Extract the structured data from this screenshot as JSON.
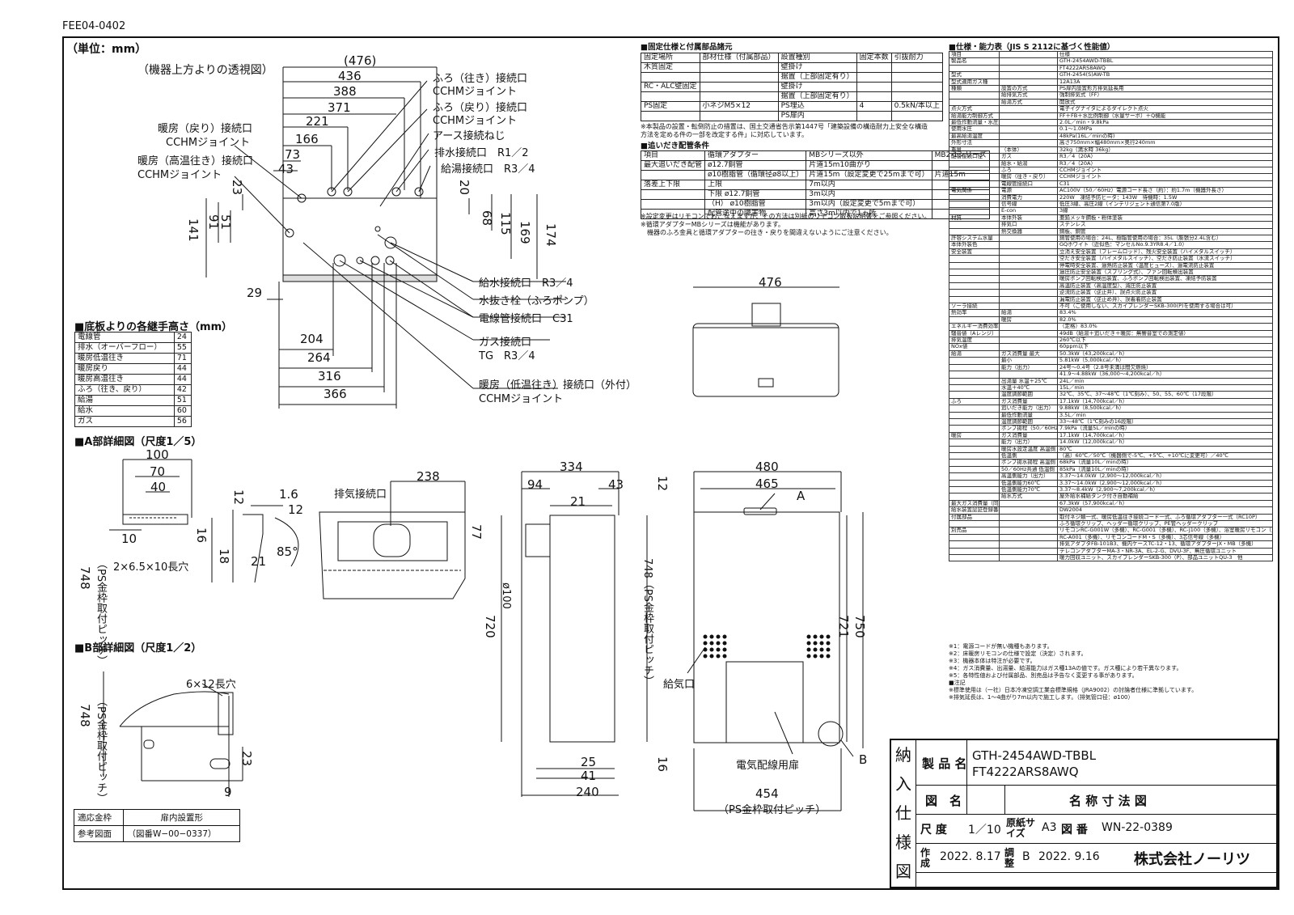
{
  "doc_code": "FEE04-0402",
  "unit_label": "（単位：mm）",
  "top_view_label": "（機器上方よりの透視図）",
  "top_dims": [
    "(476)",
    "436",
    "388",
    "371",
    "221",
    "166",
    "73",
    "43"
  ],
  "top_side_dims": [
    "23",
    "141",
    "91",
    "51",
    "20",
    "68",
    "115",
    "169",
    "174",
    "29"
  ],
  "bottom_dims": [
    "204",
    "264",
    "316",
    "366"
  ],
  "connections": [
    "ふろ（往き）接続口",
    "CCHMジョイント",
    "ふろ（戻り）接続口",
    "CCHMジョイント",
    "アース接続ねじ",
    "排水接続口　R1／2",
    "給湯接続口　R3／4",
    "暖房（戻り）接続口",
    "CCHMジョイント",
    "暖房（高温往き）接続口",
    "CCHMジョイント",
    "給水接続口　R3／4",
    "水抜き栓（ふろポンプ）",
    "電線管接続口　C31",
    "ガス接続口",
    "TG　R3／4",
    "暖房（低温往き）接続口（外付）",
    "CCHMジョイント"
  ],
  "heights_title": "■底板よりの各継手高さ（mm）",
  "heights": [
    [
      "電線管",
      "24"
    ],
    [
      "排水（オーバーフロー）",
      "55"
    ],
    [
      "暖房低温往き",
      "71"
    ],
    [
      "暖房戻り",
      "44"
    ],
    [
      "暖房高温往き",
      "44"
    ],
    [
      "ふろ（往き、戻り）",
      "42"
    ],
    [
      "給湯",
      "51"
    ],
    [
      "給水",
      "60"
    ],
    [
      "ガス",
      "56"
    ]
  ],
  "detail_a": {
    "title": "■A部詳細図（尺度1／5）",
    "dims": [
      "100",
      "70",
      "40",
      "12",
      "1.6",
      "12",
      "10",
      "16",
      "18",
      "21",
      "85°"
    ],
    "slot": "2×6.5×10長穴",
    "pitch": "748",
    "pitch_note": "（PS金枠取付ピッチ）"
  },
  "detail_b": {
    "title": "■B部詳細図（尺度1／2）",
    "slot": "6×12長穴",
    "pitch": "748",
    "pitch_note": "（PS金枠取付ピッチ）",
    "dims": [
      "23",
      "9"
    ]
  },
  "views": {
    "plan_width": "476",
    "side_dims": [
      "238",
      "排気接続口",
      "77",
      "ø100"
    ],
    "mid_dims": [
      "334",
      "94",
      "43",
      "21",
      "720",
      "25",
      "41",
      "240"
    ],
    "front_dims": [
      "480",
      "465",
      "12",
      "721",
      "750",
      "454",
      "16"
    ],
    "front_labels": [
      "A",
      "B",
      "給気口",
      "電気配線用扉"
    ],
    "front_pitch": "748（PS金枠取付ピッチ）",
    "bottom_pitch_note": "（PS金枠取付ピッチ）"
  },
  "fixing_title": "■固定仕様と付属部品諸元",
  "fixing_table": [
    [
      "固定場所",
      "部材仕様（付属部品）",
      "設置種別",
      "固定本数",
      "引抜耐力"
    ],
    [
      "木質固定",
      "",
      "壁掛け",
      "",
      ""
    ],
    [
      "",
      "",
      "据置（上部固定有り）",
      "",
      ""
    ],
    [
      "RC・ALC壁固定",
      "",
      "壁掛け",
      "",
      ""
    ],
    [
      "",
      "",
      "据置（上部固定有り）",
      "",
      ""
    ],
    [
      "PS固定",
      "小ネジM5×12",
      "PS埋込",
      "4",
      "0.5kN/本以上"
    ],
    [
      "",
      "",
      "PS扉内",
      "",
      ""
    ]
  ],
  "fixing_note": "※本製品の設置・転倒防止の措置は、国土交通省告示第1447号「建築設備の構造耐力上安全な構造方法を定める件の一部を改定する件」に対応しています。",
  "pipe_title": "■追いだき配管条件",
  "pipe_table": [
    [
      "項目",
      "循環アダプター",
      "MBシリーズ以外",
      "MB2-1シリーズ"
    ],
    [
      "最大追いだき配管",
      "ø12.7銅管",
      "片道15m10曲がり",
      ""
    ],
    [
      "",
      "ø10樹脂管（循環径ø8以上）",
      "片道15m（設定変更で25mまで可）",
      "片道15m"
    ],
    [
      "落差上下限",
      "上限",
      "7m以内",
      ""
    ],
    [
      "",
      "下限 ø12.7銅管",
      "3m以内",
      ""
    ],
    [
      "",
      "（H） ø10樹脂管",
      "3m以内（設定変更で5mまで可）",
      ""
    ],
    [
      "",
      "配管途中の障害物",
      "高さ3m以内で1ヵ所",
      ""
    ]
  ],
  "pipe_notes": [
    "※設定変更はリモコンでおこなえますが、その方法は別紙のリモコン取扱説明書をご参照ください。",
    "※循環アダプターMBシリーズは機能があります。",
    "　機器のふろ金具と循環アダプターの往き・戻りを間違えないようにご注意ください。"
  ],
  "spec_title": "■仕様・能力表（JIS S 2112に基づく性能値）",
  "spec_rows": [
    [
      "項目",
      "",
      "仕様"
    ],
    [
      "製品名",
      "",
      "GTH-2454AWD-TBBL"
    ],
    [
      "",
      "",
      "FT4222ARS8AWQ"
    ],
    [
      "型式",
      "",
      "GTH-2454(S)AW-TB"
    ],
    [
      "型式適用ガス種",
      "",
      "12A13A"
    ],
    [
      "種類",
      "設置の方式",
      "PS扉内設置形方排気延長用"
    ],
    [
      "",
      "給排気方式",
      "強制排気式（FF）"
    ],
    [
      "",
      "給湯方式",
      "開放式"
    ],
    [
      "点火方式",
      "",
      "電子イグナイタによるダイレクト点火"
    ],
    [
      "給湯能力制御方式",
      "",
      "FF＋FB＋水比例制御（水量サーボ）＋Q機能"
    ],
    [
      "最低作動流量・水圧",
      "",
      "2.0L／min・9.8kPa"
    ],
    [
      "使用水圧",
      "",
      "0.1〜1.0MPa"
    ],
    [
      "最高給湯温度",
      "",
      "48kPa(16L／minの時)"
    ],
    [
      "外形寸法",
      "",
      "高さ750mm×幅480mm×奥行240mm"
    ],
    [
      "重量",
      "（本体）",
      "32kg（満水時 36kg）"
    ],
    [
      "配管接続口径",
      "ガス",
      "R3／4（20A）"
    ],
    [
      "",
      "給水・給湯",
      "R3／4（20A）"
    ],
    [
      "",
      "ふろ",
      "CCHMジョイント"
    ],
    [
      "",
      "暖房（往き・戻り）",
      "CCHMジョイント"
    ],
    [
      "",
      "電線管接続口",
      "C31"
    ],
    [
      "電気関係",
      "電源",
      "AC100V（50／60Hz）電源コード長さ（約）：約1.7m（機器外長さ）"
    ],
    [
      "",
      "消費電力",
      "220W　凍結予防ヒータ：143W　待機時：1.5W"
    ],
    [
      "",
      "信号線",
      "低圧3線、高圧2線（インテリジェント通信第7.0版）"
    ],
    [
      "",
      "E-con",
      "3線"
    ],
    [
      "材質",
      "本体外装",
      "亜鉛メッキ鋼板・粉体塗装"
    ],
    [
      "",
      "排気口",
      "ステンレス"
    ],
    [
      "",
      "熱交換器",
      "銅板、銅管"
    ],
    [
      "許容システム水量",
      "",
      "銅管使用の場合：24L、樹脂管使用の場合：35L（膨張分2.4L含む）"
    ],
    [
      "本体外装色",
      "",
      "GQホワイト（近似色：マンセルNo.9.3YR8.4／1.0）"
    ],
    [
      "安全装置",
      "",
      "立消え安全装置（フレームロッド）、残火安全装置（ハイメタルスイッチ）"
    ],
    [
      "",
      "",
      "空だき安全装置（ハイメタルスイッチ）、空だき防止装置（水流スイッチ）"
    ],
    [
      "",
      "",
      "停電時安全装置、過熱防止装置（温度ヒューズ）、過電流防止装置"
    ],
    [
      "",
      "",
      "過圧防止安全装置（スプリング式）、ファン回転検出装置"
    ],
    [
      "",
      "",
      "暖房ポンプ回転検出装置、ふろポンプ回転検出装置、凍結予防装置"
    ],
    [
      "",
      "",
      "高温防止装置（高温度型）、減圧防止装置"
    ],
    [
      "",
      "",
      "逆流防止装置（逆止弁）、誤点火防止装置"
    ],
    [
      "",
      "",
      "漏電防止装置（逆止め弁）、誤着着防止装置"
    ],
    [
      "ソーラ接続",
      "",
      "不可（ご使用しない、スカイプレンダーSKB-300(P)を使用する場合は可）"
    ],
    [
      "熱効率",
      "給湯",
      "83.4%"
    ],
    [
      "",
      "暖房",
      "82.0%"
    ],
    [
      "エネルギー消費効率",
      "",
      "（定格）83.0%"
    ],
    [
      "騒音値（Aレンジ）",
      "",
      "49dB（給湯＋追いだき＋暖房：無響音室での測定値）"
    ],
    [
      "排気温度",
      "",
      "260℃以下"
    ],
    [
      "NOx値",
      "",
      "60ppm以下"
    ],
    [
      "給湯",
      "ガス消費量 最大",
      "50.3kW（43,200kcal／h）"
    ],
    [
      "",
      "最小",
      "5.81kW（5,000kcal／h）"
    ],
    [
      "",
      "能力（出力）",
      "24号〜0.4号（2.8号未満は間欠燃焼）"
    ],
    [
      "",
      "",
      "41.9〜4.88kW（36,000〜4,200kcal／h）"
    ],
    [
      "",
      "出湯量 水温＋25℃",
      "24L／min"
    ],
    [
      "",
      "水温＋40℃",
      "15L／min"
    ],
    [
      "",
      "温度調節範囲",
      "32℃、35℃、37〜48℃（1℃刻み）、50、55、60℃（17段階）"
    ],
    [
      "ふろ",
      "ガス消費量",
      "17.1kW（14,700kcal／h）"
    ],
    [
      "",
      "追いだき能力（出力）",
      "9.88kW（8,500kcal／h）"
    ],
    [
      "",
      "最低作動流量",
      "3.5L／min"
    ],
    [
      "",
      "温度調節範囲",
      "33〜48℃（1℃刻みの16段階）"
    ],
    [
      "",
      "ポンプ揚程（50／60Hz共通）",
      "7.9kPa（流量5L／minの時）"
    ],
    [
      "暖房",
      "ガス消費量",
      "17.1kW（14,700kcal／h）"
    ],
    [
      "",
      "能力（出力）",
      "14.0kW（12,000kcal／h）"
    ],
    [
      "",
      "暖房水設定温度 高温側",
      "80℃"
    ],
    [
      "",
      "低温側",
      "（高）60℃／50℃（機器側で-5℃、+5℃、+10℃に変更可）／40℃"
    ],
    [
      "",
      "ポンプ揚水揚程 高温側",
      "68kPa（流量10L／minの時）"
    ],
    [
      "",
      "50／60Hz共通 低温側",
      "85kPa（流量10L／minの時）"
    ],
    [
      "",
      "高温側能力（出力）",
      "3.37〜14.0kW（2,900〜12,000kcal／h）"
    ],
    [
      "",
      "低温側能力60℃",
      "3.37〜14.0kW（2,900〜12,000kcal／h）"
    ],
    [
      "",
      "低温側能力70℃",
      "3.37〜8.4kW（2,900〜7,200kcal／h）"
    ],
    [
      "",
      "給水方式",
      "屋外給水補給タンク付き自動補給"
    ],
    [
      "最大ガス消費量（同時使用時）",
      "",
      "67.3kW（57,900kcal／h）"
    ],
    [
      "給水装置認証登録番号",
      "",
      "DW2004"
    ],
    [
      "付属部品",
      "",
      "取付ネジ類一式、暖房低温往き接続コード一式、ふろ循環アダプター一式（RC10P）"
    ],
    [
      "",
      "",
      "ふろ循環クリップ、ヘッダー循環クリップ、PE管ヘッダークリップ"
    ],
    [
      "別売品",
      "",
      "リモコンRC-G001W（多機）、RC-G001（多機）、RC-J100（多機）、浴室暖房リモコン（多機）"
    ],
    [
      "",
      "",
      "RC-A001（多機）、リモコンコードM・S（多機）、3芯信号線（多機）"
    ],
    [
      "",
      "",
      "排気アダプタFB-101B3、機内ケースTC-12・13、循環アダプターJX・MB（多機）"
    ],
    [
      "",
      "",
      "テレコンアダプターMA-3・NR-3A、EL-2-G、DVU-3F、無圧循環ユニット"
    ],
    [
      "",
      "",
      "暖力回収ユニット、スカイプレンダーSKB-300（P）、部品ユニットQU-3　他"
    ]
  ],
  "spec_notes": [
    "※1：電源コードが無い機種もあります。",
    "※2：床暖房リモコンの仕様で設定（決定）されます。",
    "※3：機器本体は特注が必要です。",
    "※4：ガス消費量、出湯量、給湯能力はガス種13Aの値です。ガス種により若干異なります。",
    "※5：各特性値および付属部品、別売品は予告なく変更する事があります。",
    "■注記",
    "※標準使用は（一社）日本冷凍空調工業会標準規格（JRA9002）の討論者仕様に準拠しています。",
    "※排気延長は、1〜4曲がり7m以内で施工します。（排気管口径：ø100）"
  ],
  "ref": {
    "left_header": "適応金枠",
    "right_header": "扉内設置形",
    "left": "参考図面",
    "right": "（図番W−00−0337）"
  },
  "title_block": {
    "side": [
      "納",
      "入",
      "仕",
      "様",
      "図"
    ],
    "product_label": "製 品 名",
    "product_1": "GTH-2454AWD-TBBL",
    "product_2": "FT4222ARS8AWQ",
    "drawing_label": "図　名",
    "drawing_name": "名 称 寸 法 図",
    "scale_label": "尺 度",
    "scale": "1／10",
    "paper_label": "原紙サイズ",
    "paper": "A3",
    "number_label": "図 番",
    "number": "WN-22-0389",
    "made_label": "作成",
    "made_date": "2022. 8.17",
    "check_label": "調整",
    "check_rev": "B",
    "check_date": "2022. 9.16",
    "company": "株式会社ノーリツ"
  }
}
